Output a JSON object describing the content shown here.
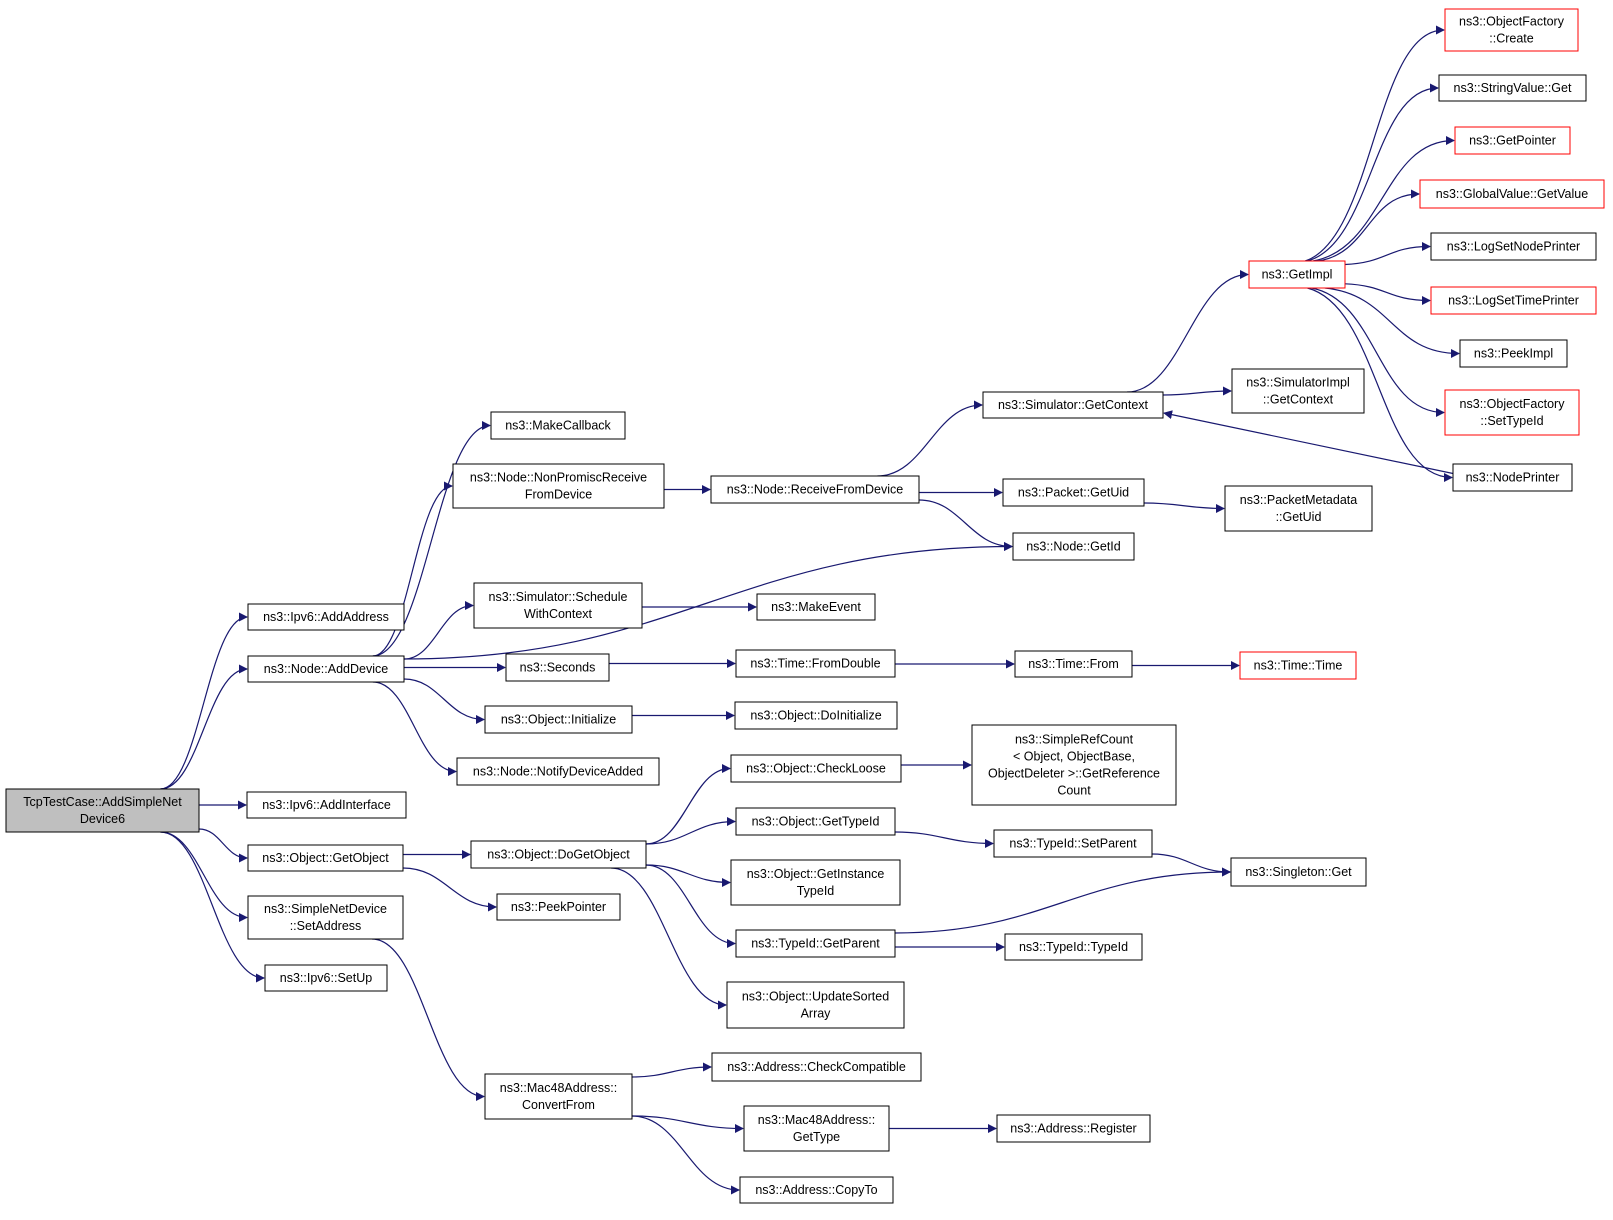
{
  "graph": {
    "nodes": [
      {
        "id": "root",
        "lines": [
          "TcpTestCase::AddSimpleNet",
          "Device6"
        ],
        "style": "root"
      },
      {
        "id": "ipv6_addaddress",
        "lines": [
          "ns3::Ipv6::AddAddress"
        ],
        "style": "normal"
      },
      {
        "id": "node_adddevice",
        "lines": [
          "ns3::Node::AddDevice"
        ],
        "style": "normal"
      },
      {
        "id": "ipv6_addinterface",
        "lines": [
          "ns3::Ipv6::AddInterface"
        ],
        "style": "normal"
      },
      {
        "id": "object_getobject",
        "lines": [
          "ns3::Object::GetObject"
        ],
        "style": "normal"
      },
      {
        "id": "simplenetdevice_setaddress",
        "lines": [
          "ns3::SimpleNetDevice",
          "::SetAddress"
        ],
        "style": "normal"
      },
      {
        "id": "ipv6_setup",
        "lines": [
          "ns3::Ipv6::SetUp"
        ],
        "style": "normal"
      },
      {
        "id": "makecallback",
        "lines": [
          "ns3::MakeCallback"
        ],
        "style": "normal"
      },
      {
        "id": "node_nonpromisc",
        "lines": [
          "ns3::Node::NonPromiscReceive",
          "FromDevice"
        ],
        "style": "normal"
      },
      {
        "id": "simulator_schedulewithcontext",
        "lines": [
          "ns3::Simulator::Schedule",
          "WithContext"
        ],
        "style": "normal"
      },
      {
        "id": "seconds",
        "lines": [
          "ns3::Seconds"
        ],
        "style": "normal"
      },
      {
        "id": "object_initialize",
        "lines": [
          "ns3::Object::Initialize"
        ],
        "style": "normal"
      },
      {
        "id": "node_notifydeviceadded",
        "lines": [
          "ns3::Node::NotifyDeviceAdded"
        ],
        "style": "normal"
      },
      {
        "id": "object_dogetobject",
        "lines": [
          "ns3::Object::DoGetObject"
        ],
        "style": "normal"
      },
      {
        "id": "peekpointer",
        "lines": [
          "ns3::PeekPointer"
        ],
        "style": "normal"
      },
      {
        "id": "mac48_convertfrom",
        "lines": [
          "ns3::Mac48Address::",
          "ConvertFrom"
        ],
        "style": "normal"
      },
      {
        "id": "node_receivefromdevice",
        "lines": [
          "ns3::Node::ReceiveFromDevice"
        ],
        "style": "normal"
      },
      {
        "id": "makeevent",
        "lines": [
          "ns3::MakeEvent"
        ],
        "style": "normal"
      },
      {
        "id": "time_fromdouble",
        "lines": [
          "ns3::Time::FromDouble"
        ],
        "style": "normal"
      },
      {
        "id": "object_doinitialize",
        "lines": [
          "ns3::Object::DoInitialize"
        ],
        "style": "normal"
      },
      {
        "id": "object_checkloose",
        "lines": [
          "ns3::Object::CheckLoose"
        ],
        "style": "normal"
      },
      {
        "id": "object_gettypeid",
        "lines": [
          "ns3::Object::GetTypeId"
        ],
        "style": "normal"
      },
      {
        "id": "object_getinstancetypeid",
        "lines": [
          "ns3::Object::GetInstance",
          "TypeId"
        ],
        "style": "normal"
      },
      {
        "id": "typeid_getparent",
        "lines": [
          "ns3::TypeId::GetParent"
        ],
        "style": "normal"
      },
      {
        "id": "object_updatesortedarray",
        "lines": [
          "ns3::Object::UpdateSorted",
          "Array"
        ],
        "style": "normal"
      },
      {
        "id": "address_checkcompatible",
        "lines": [
          "ns3::Address::CheckCompatible"
        ],
        "style": "normal"
      },
      {
        "id": "mac48_gettype",
        "lines": [
          "ns3::Mac48Address::",
          "GetType"
        ],
        "style": "normal"
      },
      {
        "id": "address_copyto",
        "lines": [
          "ns3::Address::CopyTo"
        ],
        "style": "normal"
      },
      {
        "id": "simulator_getcontext",
        "lines": [
          "ns3::Simulator::GetContext"
        ],
        "style": "normal"
      },
      {
        "id": "packet_getuid",
        "lines": [
          "ns3::Packet::GetUid"
        ],
        "style": "normal"
      },
      {
        "id": "node_getid",
        "lines": [
          "ns3::Node::GetId"
        ],
        "style": "normal"
      },
      {
        "id": "time_from",
        "lines": [
          "ns3::Time::From"
        ],
        "style": "normal"
      },
      {
        "id": "simplerefcount",
        "lines": [
          "ns3::SimpleRefCount",
          "< Object, ObjectBase,",
          "ObjectDeleter >::GetReference",
          "Count"
        ],
        "style": "normal"
      },
      {
        "id": "typeid_setparent",
        "lines": [
          "ns3::TypeId::SetParent"
        ],
        "style": "normal"
      },
      {
        "id": "typeid_typeid",
        "lines": [
          "ns3::TypeId::TypeId"
        ],
        "style": "normal"
      },
      {
        "id": "address_register",
        "lines": [
          "ns3::Address::Register"
        ],
        "style": "normal"
      },
      {
        "id": "getimpl",
        "lines": [
          "ns3::GetImpl"
        ],
        "style": "truncated"
      },
      {
        "id": "simulatorimpl_getcontext",
        "lines": [
          "ns3::SimulatorImpl",
          "::GetContext"
        ],
        "style": "normal"
      },
      {
        "id": "packetmetadata_getuid",
        "lines": [
          "ns3::PacketMetadata",
          "::GetUid"
        ],
        "style": "normal"
      },
      {
        "id": "time_time",
        "lines": [
          "ns3::Time::Time"
        ],
        "style": "truncated"
      },
      {
        "id": "singleton_get",
        "lines": [
          "ns3::Singleton::Get"
        ],
        "style": "normal"
      },
      {
        "id": "objectfactory_create",
        "lines": [
          "ns3::ObjectFactory",
          "::Create"
        ],
        "style": "truncated"
      },
      {
        "id": "stringvalue_get",
        "lines": [
          "ns3::StringValue::Get"
        ],
        "style": "normal"
      },
      {
        "id": "getpointer",
        "lines": [
          "ns3::GetPointer"
        ],
        "style": "truncated"
      },
      {
        "id": "globalvalue_getvalue",
        "lines": [
          "ns3::GlobalValue::GetValue"
        ],
        "style": "truncated"
      },
      {
        "id": "logsetnodeprinter",
        "lines": [
          "ns3::LogSetNodePrinter"
        ],
        "style": "normal"
      },
      {
        "id": "logsettimeprinter",
        "lines": [
          "ns3::LogSetTimePrinter"
        ],
        "style": "truncated"
      },
      {
        "id": "peekimpl",
        "lines": [
          "ns3::PeekImpl"
        ],
        "style": "normal"
      },
      {
        "id": "objectfactory_settypeid",
        "lines": [
          "ns3::ObjectFactory",
          "::SetTypeId"
        ],
        "style": "truncated"
      },
      {
        "id": "nodeprinter",
        "lines": [
          "ns3::NodePrinter"
        ],
        "style": "normal"
      }
    ],
    "edges": [
      [
        "root",
        "ipv6_addaddress"
      ],
      [
        "root",
        "node_adddevice"
      ],
      [
        "root",
        "ipv6_addinterface"
      ],
      [
        "root",
        "object_getobject"
      ],
      [
        "root",
        "simplenetdevice_setaddress"
      ],
      [
        "root",
        "ipv6_setup"
      ],
      [
        "node_adddevice",
        "makecallback"
      ],
      [
        "node_adddevice",
        "node_nonpromisc"
      ],
      [
        "node_adddevice",
        "node_getid"
      ],
      [
        "node_adddevice",
        "simulator_schedulewithcontext"
      ],
      [
        "node_adddevice",
        "seconds"
      ],
      [
        "node_adddevice",
        "object_initialize"
      ],
      [
        "node_adddevice",
        "node_notifydeviceadded"
      ],
      [
        "node_nonpromisc",
        "node_receivefromdevice"
      ],
      [
        "node_receivefromdevice",
        "simulator_getcontext"
      ],
      [
        "node_receivefromdevice",
        "packet_getuid"
      ],
      [
        "node_receivefromdevice",
        "node_getid"
      ],
      [
        "simulator_schedulewithcontext",
        "makeevent"
      ],
      [
        "seconds",
        "time_fromdouble"
      ],
      [
        "time_fromdouble",
        "time_from"
      ],
      [
        "time_from",
        "time_time"
      ],
      [
        "object_initialize",
        "object_doinitialize"
      ],
      [
        "object_getobject",
        "object_dogetobject"
      ],
      [
        "object_getobject",
        "peekpointer"
      ],
      [
        "object_dogetobject",
        "object_checkloose"
      ],
      [
        "object_dogetobject",
        "object_gettypeid"
      ],
      [
        "object_dogetobject",
        "object_getinstancetypeid"
      ],
      [
        "object_dogetobject",
        "typeid_getparent"
      ],
      [
        "object_dogetobject",
        "object_updatesortedarray"
      ],
      [
        "object_checkloose",
        "simplerefcount"
      ],
      [
        "object_gettypeid",
        "typeid_setparent"
      ],
      [
        "typeid_setparent",
        "singleton_get"
      ],
      [
        "typeid_getparent",
        "singleton_get"
      ],
      [
        "typeid_getparent",
        "typeid_typeid"
      ],
      [
        "simplenetdevice_setaddress",
        "mac48_convertfrom"
      ],
      [
        "mac48_convertfrom",
        "address_checkcompatible"
      ],
      [
        "mac48_convertfrom",
        "mac48_gettype"
      ],
      [
        "mac48_convertfrom",
        "address_copyto"
      ],
      [
        "mac48_gettype",
        "address_register"
      ],
      [
        "simulator_getcontext",
        "getimpl"
      ],
      [
        "simulator_getcontext",
        "simulatorimpl_getcontext"
      ],
      [
        "packet_getuid",
        "packetmetadata_getuid"
      ],
      [
        "getimpl",
        "objectfactory_create"
      ],
      [
        "getimpl",
        "stringvalue_get"
      ],
      [
        "getimpl",
        "getpointer"
      ],
      [
        "getimpl",
        "globalvalue_getvalue"
      ],
      [
        "getimpl",
        "logsetnodeprinter"
      ],
      [
        "getimpl",
        "logsettimeprinter"
      ],
      [
        "getimpl",
        "peekimpl"
      ],
      [
        "getimpl",
        "objectfactory_settypeid"
      ],
      [
        "getimpl",
        "nodeprinter"
      ],
      [
        "nodeprinter",
        "simulator_getcontext"
      ]
    ],
    "colors": {
      "edge": "#191970",
      "node_border": "#000000",
      "truncated_border": "#ff0000",
      "root_fill": "#bfbfbf",
      "node_fill": "#ffffff"
    }
  }
}
